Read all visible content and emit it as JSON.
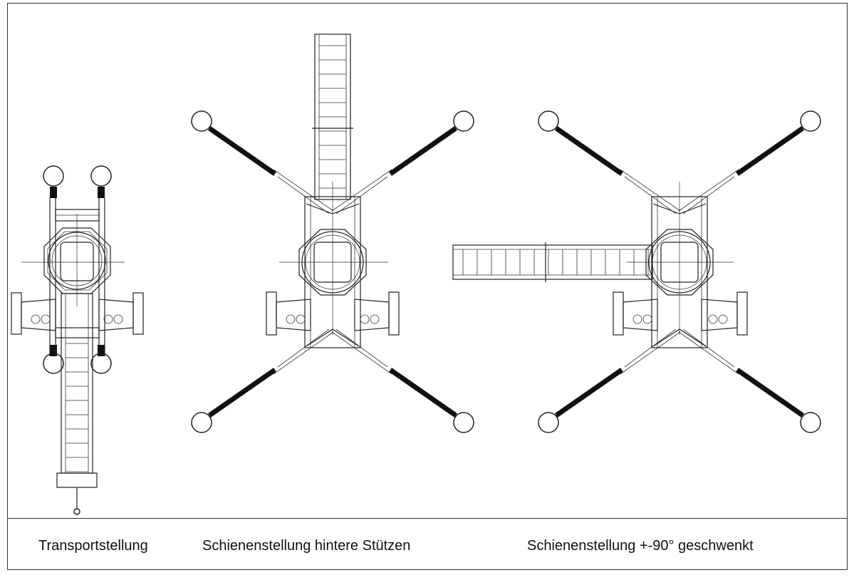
{
  "captions": {
    "transport": "Transportstellung",
    "rails_rear": "Schienenstellung hintere Stützen",
    "rails_swiveled": "Schienenstellung +-90° geschwenkt"
  },
  "colors": {
    "line": "#222222",
    "background": "#ffffff"
  }
}
